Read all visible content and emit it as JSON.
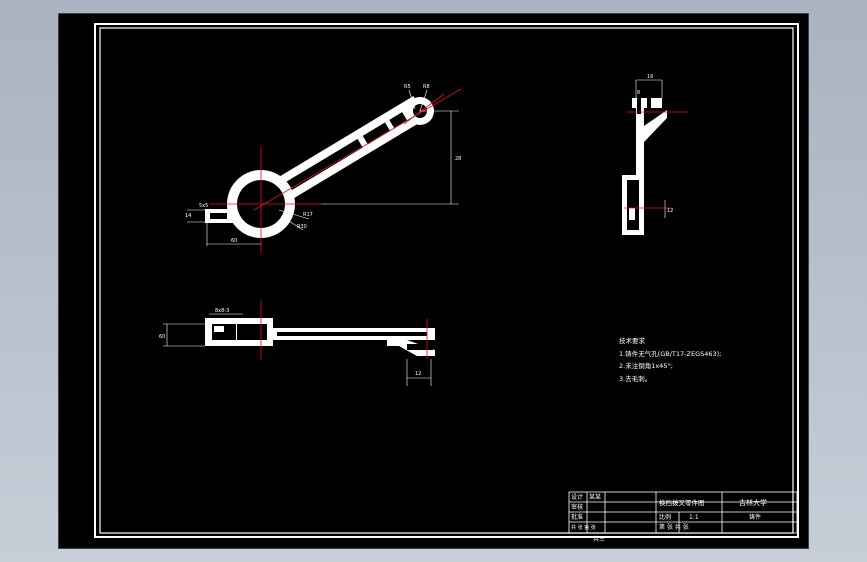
{
  "colors": {
    "background": "#000000",
    "frame": "#ffffff",
    "part": "#ffffff",
    "centerline": "#e01020",
    "dimension": "#ffffff"
  },
  "dimensions": {
    "top_view": [
      "R8",
      "R5",
      "R17",
      "R30",
      "28",
      "60",
      "14",
      "5x5"
    ],
    "front_view": [
      "60",
      "12",
      "8x8-3"
    ],
    "side_view": [
      "16",
      "8",
      "12"
    ]
  },
  "notes": {
    "title": "技术要求",
    "items": [
      "1.铸件无气孔(GB/T17-ZEGS463);",
      "2.未注倒角1x45°;",
      "3.去毛刺。"
    ]
  },
  "title_block": {
    "part_name": "换挡拨叉零件图",
    "school": "吉林大学",
    "material": "铸件",
    "scale_label": "比例",
    "scale": "1:1",
    "row_labels": [
      "设计",
      "审核",
      "批准",
      "共 张 第 张"
    ],
    "designer": "某某",
    "sheet": "第 张 共 张",
    "extra": "共三"
  }
}
